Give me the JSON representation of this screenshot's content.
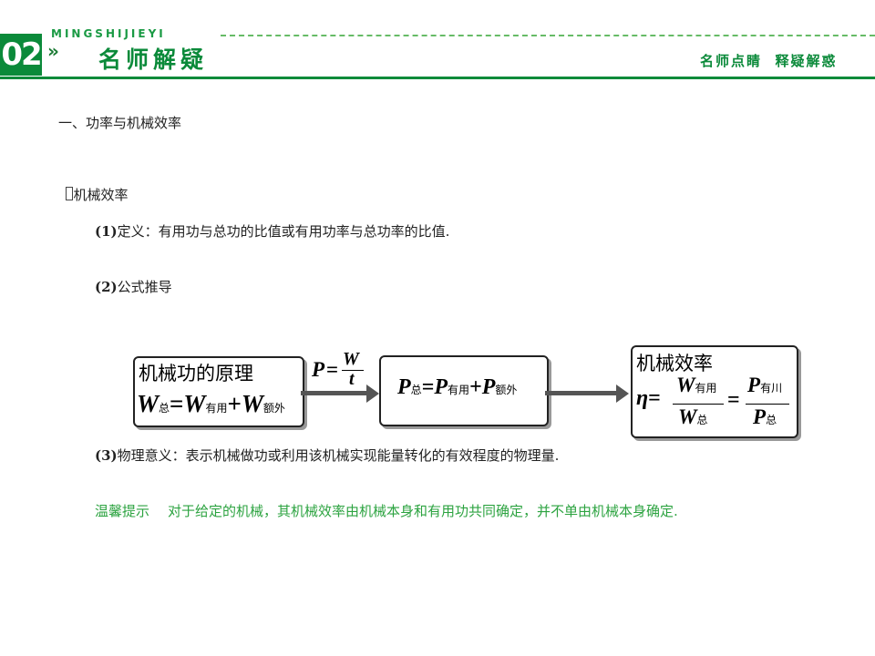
{
  "header": {
    "number": "02",
    "pinyin": "MINGSHIJIEYI",
    "chevron": "»",
    "title": "名师解疑",
    "right_text": "名师点睛  释疑解惑"
  },
  "body": {
    "heading1": "一、功率与机械效率",
    "heading2": "机械效率",
    "items": [
      {
        "num": "(1)",
        "text": "定义：有用功与总功的比值或有用功率与总功率的比值."
      },
      {
        "num": "(2)",
        "text": "公式推导"
      },
      {
        "num": "(3)",
        "text": "物理意义：表示机械做功或利用该机械实现能量转化的有效程度的物理量."
      }
    ],
    "tip": {
      "label": "温馨提示",
      "text": "对于给定的机械，其机械效率由机械本身和有用功共同确定，并不单由机械本身确定."
    }
  },
  "diagram": {
    "box1": {
      "title": "机械功的原理",
      "w": "W",
      "w_sub1": "总",
      "eq": "=",
      "w_sub2": "有用",
      "plus": "+",
      "w_sub3": "额外"
    },
    "arrow1": {
      "p": "P",
      "eq": "=",
      "num": "W",
      "den": "t"
    },
    "box2": {
      "p": "P",
      "sub1": "总",
      "eq": "=",
      "sub2": "有用",
      "plus": "+",
      "sub3": "额外"
    },
    "box3": {
      "title": "机械效率",
      "eta": "η",
      "eq": "=",
      "w": "W",
      "p": "P",
      "sub_useful": "有用",
      "sub_useful2": "有川",
      "sub_total": "总"
    }
  },
  "colors": {
    "brand_green": "#0b8a3a",
    "tip_green": "#2ca340",
    "text": "#222222"
  }
}
